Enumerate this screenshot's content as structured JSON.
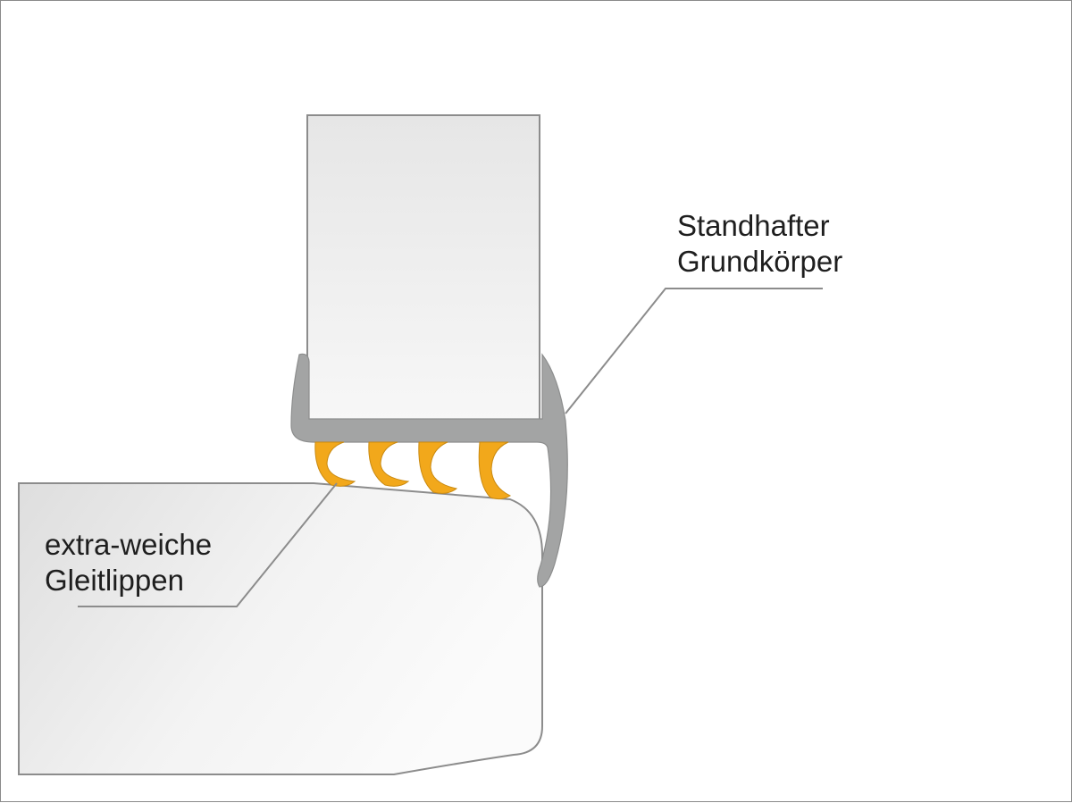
{
  "labels": {
    "upper": {
      "line1": "Standhafter",
      "line2": "Grundkörper"
    },
    "lower": {
      "line1": "extra-weiche",
      "line2": "Gleitlippen"
    }
  },
  "colors": {
    "seal_body": "#a3a4a4",
    "sliding_lips": "#f2a81b",
    "panel_fill": "#ececec",
    "outline": "#8c8c8c",
    "leader_line": "#8c8c8c",
    "frame": "#8a8a8a"
  }
}
